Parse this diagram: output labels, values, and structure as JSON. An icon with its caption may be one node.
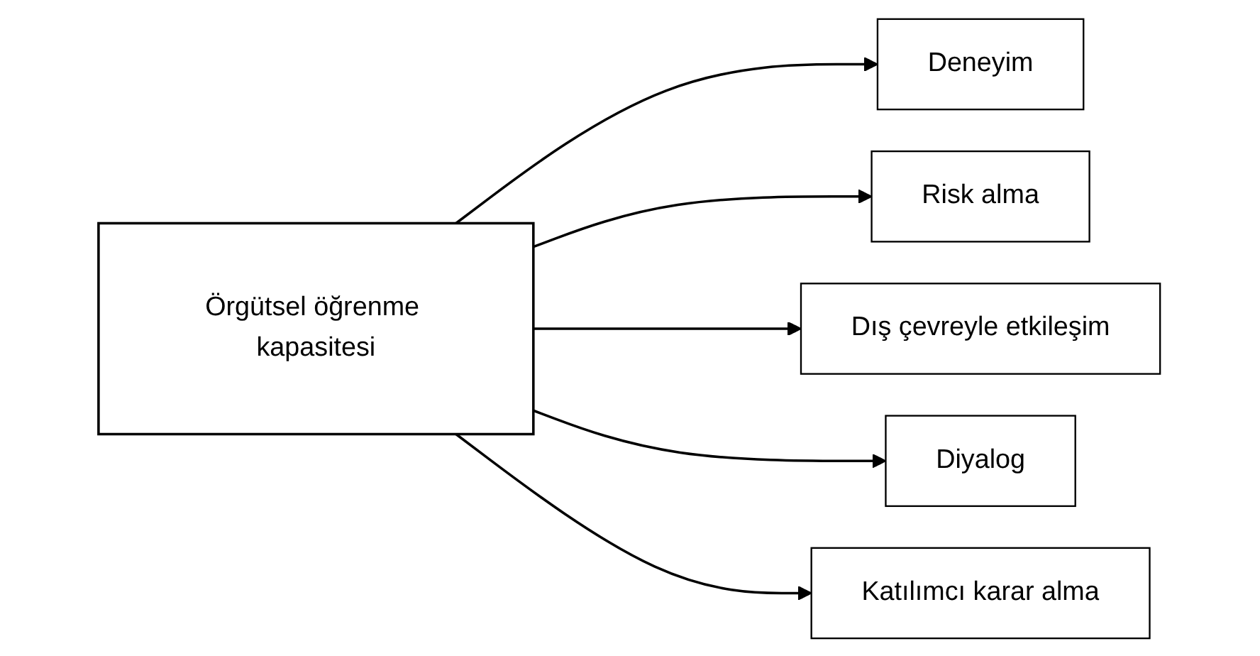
{
  "diagram": {
    "nodes": [
      {
        "text": [
          "Örgütsel öğrenme kapasitesi"
        ]
      },
      {
        "text": [
          "Deneyim"
        ]
      },
      {
        "text": [
          "Risk alma"
        ]
      },
      {
        "text": [
          "Dış çevreyle etkileşim"
        ]
      },
      {
        "text": [
          "Diyalog"
        ]
      },
      {
        "text": [
          "Katılımcı karar alma"
        ]
      }
    ],
    "edges": [
      {
        "from": 0,
        "to": 1,
        "arrow": "to"
      },
      {
        "from": 0,
        "to": 2,
        "arrow": "to"
      },
      {
        "from": 0,
        "to": 3,
        "arrow": "to"
      },
      {
        "from": 0,
        "to": 4,
        "arrow": "to"
      },
      {
        "from": 0,
        "to": 5,
        "arrow": "to"
      }
    ]
  }
}
